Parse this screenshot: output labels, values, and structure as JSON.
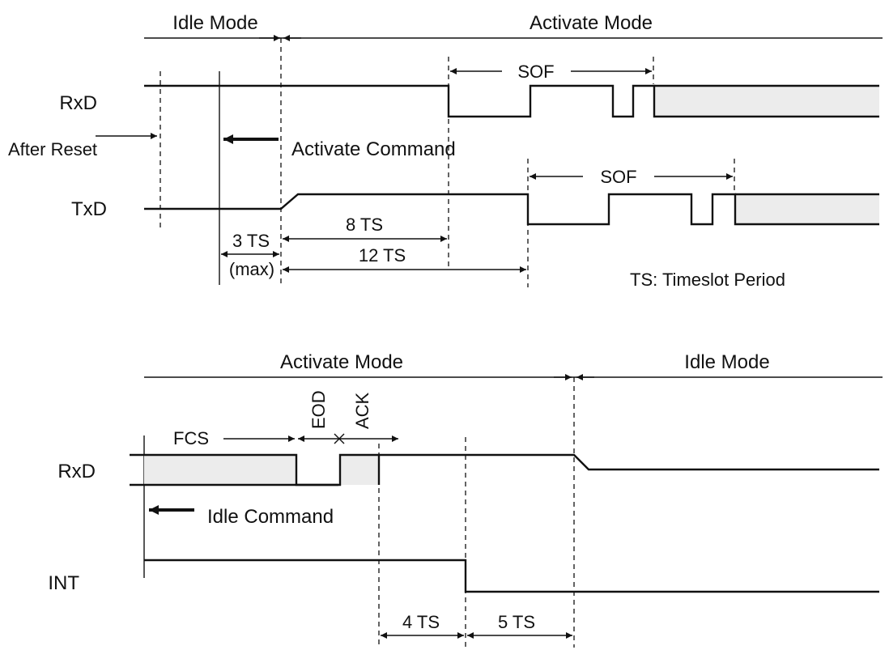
{
  "upper": {
    "idle_mode_label": "Idle Mode",
    "activate_mode_label": "Activate Mode",
    "rxd_label": "RxD",
    "txd_label": "TxD",
    "after_reset_label": "After Reset",
    "activate_command_label": "Activate Command",
    "sof_rxd_label": "SOF",
    "sof_txd_label": "SOF",
    "t_3ts_label": "3 TS",
    "t_max_label": "(max)",
    "t_8ts_label": "8 TS",
    "t_12ts_label": "12 TS",
    "ts_note": "TS: Timeslot Period"
  },
  "lower": {
    "activate_mode_label": "Activate Mode",
    "idle_mode_label": "Idle Mode",
    "rxd_label": "RxD",
    "int_label": "INT",
    "fcs_label": "FCS",
    "eod_label": "EOD",
    "ack_label": "ACK",
    "idle_command_label": "Idle Command",
    "t_4ts_label": "4 TS",
    "t_5ts_label": "5 TS"
  }
}
